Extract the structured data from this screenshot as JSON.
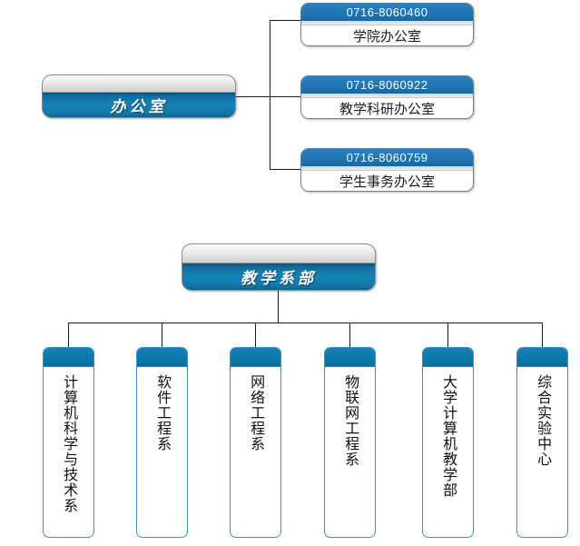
{
  "chart_title": "",
  "colors": {
    "accent_blue": "#1279a9",
    "header_blue": "#2176b4",
    "dept_cap_blue": "#0e78ab",
    "dept_border": "#3d8fd0",
    "line": "#1a1a1a",
    "pill_gray_top": "#eeeeee"
  },
  "office_group": {
    "parent": {
      "label": "办公室"
    },
    "children": [
      {
        "phone": "0716-8060460",
        "name": "学院办公室"
      },
      {
        "phone": "0716-8060922",
        "name": "教学科研办公室"
      },
      {
        "phone": "0716-8060759",
        "name": "学生事务办公室"
      }
    ]
  },
  "teaching_group": {
    "parent": {
      "label": "教学系部"
    },
    "children": [
      {
        "name": "计算机科学与技术系"
      },
      {
        "name": "软件工程系"
      },
      {
        "name": "网络工程系"
      },
      {
        "name": "物联网工程系"
      },
      {
        "name": "大学计算机教学部"
      },
      {
        "name": "综合实验中心"
      }
    ]
  }
}
